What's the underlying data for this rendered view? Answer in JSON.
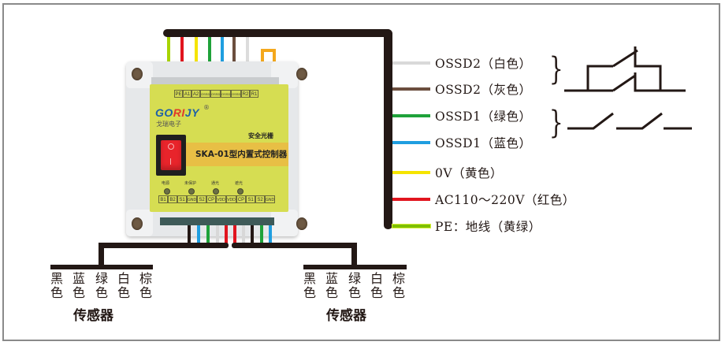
{
  "device": {
    "top_terminals": [
      "PE",
      "A1",
      "A2",
      "OSSD",
      "OSSD",
      "OSSD",
      "OSSD",
      "R2",
      "R1"
    ],
    "logo_prefix": "GO",
    "logo_mid": "RI",
    "logo_suffix": "JY",
    "logo_registered": "®",
    "logo_subtitle": "戈瑞电子",
    "product_subtitle": "安全光栅",
    "product_name": "SKA-01型内置式控制器",
    "led_labels": [
      "电源",
      "未保护",
      "通光",
      "遮光"
    ],
    "bottom_terminals": [
      "B1",
      "B2",
      "S1",
      "GND",
      "S2",
      "CP",
      "VDD",
      "VDD",
      "CP",
      "S1",
      "S2",
      "GND"
    ],
    "top_wire_colors": [
      "#a8d400",
      "#e1141e",
      "#f5e400",
      "#1fa23a",
      "#1f9ee0",
      "#6b4e3e",
      "#dcdcdc"
    ],
    "jumper_color": "#f4a81d",
    "bottom_wire_colors_left": [
      "#231815",
      "#1f9ee0",
      "#1fa23a",
      "#d8d8d8",
      "#e1141e"
    ],
    "bottom_wire_colors_right": [
      "#e1141e",
      "#d8d8d8",
      "#231815",
      "#1fa23a",
      "#1f9ee0"
    ]
  },
  "legend": {
    "items": [
      {
        "text": "OSSD2（白色）",
        "color": "#d9d9d9"
      },
      {
        "text": "OSSD2（灰色）",
        "color": "#6b4e3e"
      },
      {
        "text": "OSSD1（绿色）",
        "color": "#1fa23a"
      },
      {
        "text": "OSSD1（蓝色）",
        "color": "#1f9ee0"
      },
      {
        "text": "0V（黄色）",
        "color": "#f5e400"
      },
      {
        "text": "AC110～220V（红色）",
        "color": "#e1141e"
      },
      {
        "text": "PE：地线（黄绿）",
        "color": "#7ec000"
      }
    ]
  },
  "sensors": [
    {
      "title": "传感器",
      "wires": [
        {
          "c1": "黑",
          "c2": "色"
        },
        {
          "c1": "蓝",
          "c2": "色"
        },
        {
          "c1": "绿",
          "c2": "色"
        },
        {
          "c1": "白",
          "c2": "色"
        },
        {
          "c1": "棕",
          "c2": "色"
        }
      ]
    },
    {
      "title": "传感器",
      "wires": [
        {
          "c1": "黑",
          "c2": "色"
        },
        {
          "c1": "蓝",
          "c2": "色"
        },
        {
          "c1": "绿",
          "c2": "色"
        },
        {
          "c1": "白",
          "c2": "色"
        },
        {
          "c1": "棕",
          "c2": "色"
        }
      ]
    }
  ],
  "symbols": {
    "ossd2_symbol": "relay-contact-symbol",
    "ossd1_symbol": "series-switch-symbol"
  }
}
